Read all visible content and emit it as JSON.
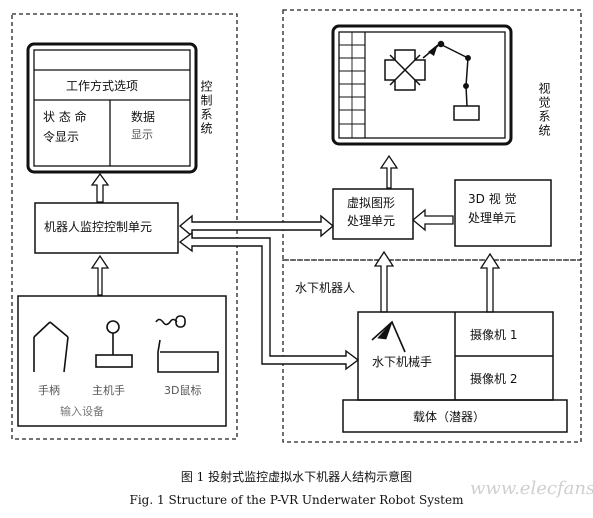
{
  "control": {
    "region_label": "控制系统",
    "screen_mode_label": "工作方式选项",
    "screen_status_label": "状态命令显示",
    "screen_status_line1": "状 态 命",
    "screen_status_line2": "令显示",
    "screen_data_line1": "数据",
    "screen_data_line2": "显示",
    "monitor_unit_label": "机器人监控控制单元",
    "input_devices": {
      "joystick_label": "手柄",
      "master_hand_label": "主机手",
      "mouse_label": "3D鼠标",
      "group_label": "输入设备"
    }
  },
  "vision": {
    "region_label": "视觉系统",
    "graphics_unit_line1": "虚拟图形",
    "graphics_unit_line2": "处理单元",
    "vision_3d_line1": "3D 视 觉",
    "vision_3d_line2": "处理单元"
  },
  "robot": {
    "region_label": "水下机器人",
    "manipulator_label": "水下机械手",
    "camera1_label": "摄像机 1",
    "camera2_label": "摄像机 2",
    "carrier_label": "载体（潜器）"
  },
  "caption": {
    "cn": "图 1    投射式监控虚拟水下机器人结构示意图",
    "en": "Fig. 1    Structure of the P-VR Underwater Robot System"
  },
  "watermark": "www.elecfans.com"
}
